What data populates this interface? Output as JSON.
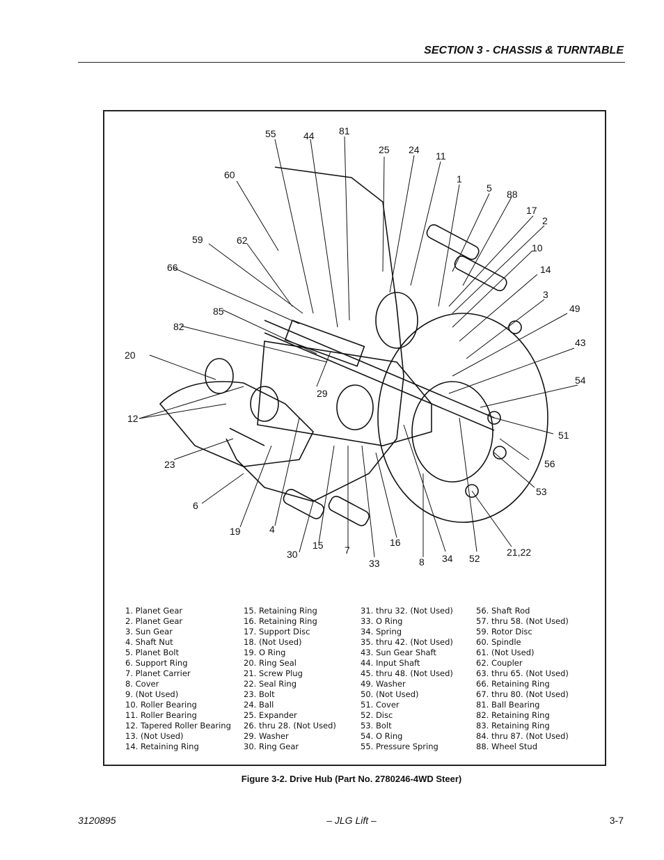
{
  "header": {
    "section_title": "SECTION 3 - CHASSIS & TURNTABLE"
  },
  "figure": {
    "caption": "Figure 3-2.  Drive Hub (Part No. 2780246-4WD Steer)",
    "callouts": [
      "55",
      "44",
      "81",
      "25",
      "24",
      "11",
      "1",
      "5",
      "88",
      "17",
      "2",
      "10",
      "14",
      "3",
      "49",
      "43",
      "54",
      "51",
      "56",
      "53",
      "21,22",
      "52",
      "34",
      "8",
      "33",
      "16",
      "7",
      "15",
      "4",
      "30",
      "19",
      "6",
      "23",
      "12",
      "20",
      "82",
      "85",
      "29",
      "66",
      "59",
      "62",
      "60"
    ],
    "legend": [
      [
        "1.  Planet Gear",
        "2.  Planet Gear",
        "3.  Sun Gear",
        "4.  Shaft Nut",
        "5.  Planet Bolt",
        "6.  Support Ring",
        "7.  Planet Carrier",
        "8.  Cover",
        "9.  (Not Used)",
        "10.  Roller Bearing",
        "11.  Roller Bearing",
        "12.  Tapered Roller Bearing",
        "13.  (Not Used)",
        "14.  Retaining Ring"
      ],
      [
        "15.  Retaining Ring",
        "16.  Retaining Ring",
        "17.  Support Disc",
        "18.  (Not Used)",
        "19.  O Ring",
        "20.  Ring Seal",
        "21.  Screw Plug",
        "22.  Seal Ring",
        "23.  Bolt",
        "24.  Ball",
        "25.  Expander",
        "26. thru 28.  (Not Used)",
        "29.  Washer",
        "30.  Ring Gear"
      ],
      [
        "31. thru 32.  (Not Used)",
        "33.  O Ring",
        "34.  Spring",
        "35. thru 42.  (Not Used)",
        "43.  Sun Gear Shaft",
        "44.  Input Shaft",
        "45. thru 48. (Not Used)",
        "49.  Washer",
        "50.  (Not Used)",
        "51.  Cover",
        "52.  Disc",
        "53.  Bolt",
        "54.  O Ring",
        "55.  Pressure Spring"
      ],
      [
        "56.  Shaft Rod",
        "57. thru 58.  (Not Used)",
        "59.  Rotor Disc",
        "60.  Spindle",
        "61.  (Not Used)",
        "62.  Coupler",
        "63. thru 65.  (Not Used)",
        "66.  Retaining Ring",
        "67. thru 80.  (Not Used)",
        "81.  Ball Bearing",
        "82.  Retaining Ring",
        "83.  Retaining Ring",
        "84. thru 87.  (Not Used)",
        "88.  Wheel Stud"
      ]
    ]
  },
  "footer": {
    "doc_number": "3120895",
    "center": "– JLG Lift –",
    "page": "3-7"
  }
}
